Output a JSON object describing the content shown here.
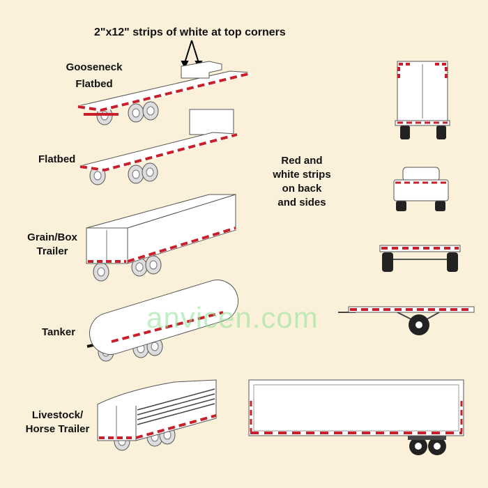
{
  "title": "2\"x12\" strips of white at top corners",
  "labels": {
    "gooseneck": [
      "Gooseneck",
      "Flatbed"
    ],
    "flatbed": "Flatbed",
    "box": [
      "Grain/Box",
      "Trailer"
    ],
    "tanker": "Tanker",
    "livestock": [
      "Livestock/",
      "Horse Trailer"
    ]
  },
  "note": [
    "Red and",
    "white strips",
    "on back",
    "and sides"
  ],
  "watermark": "anvicen.com",
  "colors": {
    "background": "#fbf1da",
    "stripe_red": "#c8202a",
    "stripe_white": "#ffffff"
  }
}
